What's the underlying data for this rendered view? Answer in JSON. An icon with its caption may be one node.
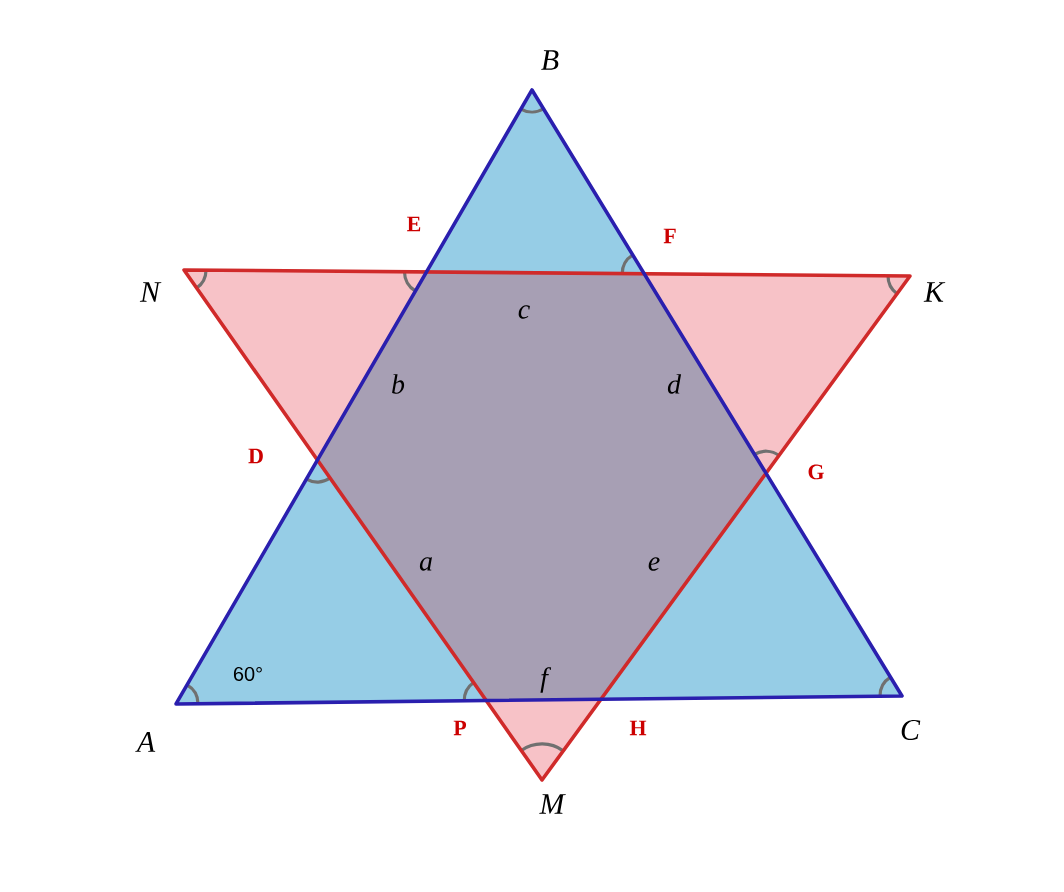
{
  "diagram": {
    "labels": [
      "B",
      "E",
      "F",
      "N",
      "c",
      "K",
      "b",
      "d",
      "D",
      "G",
      "a",
      "e",
      "60°",
      "f",
      "A",
      "P",
      "H",
      "C",
      "M"
    ]
  }
}
